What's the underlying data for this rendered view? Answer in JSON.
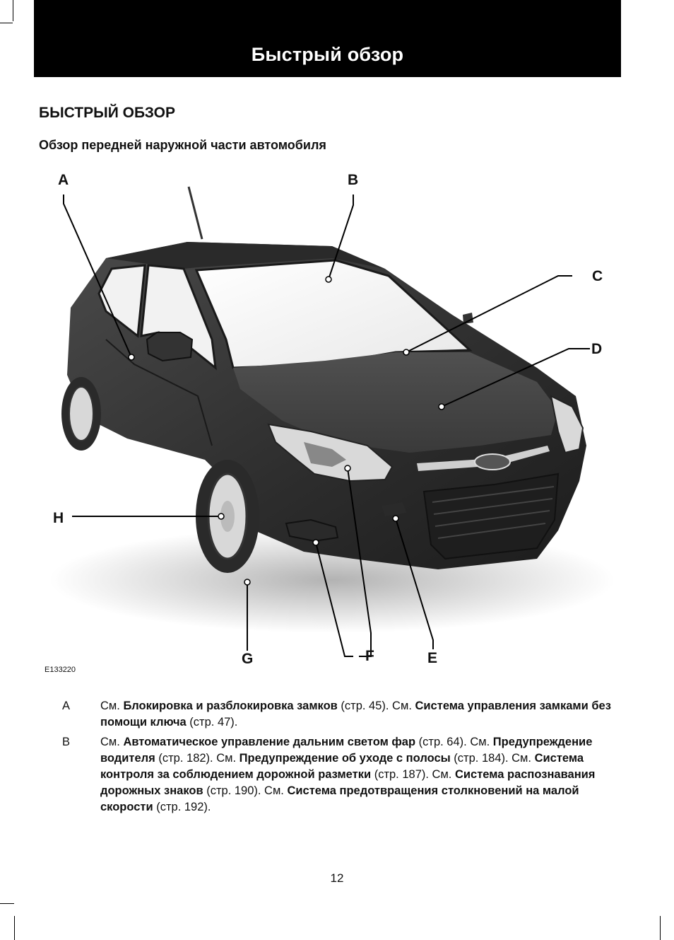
{
  "header": {
    "title": "Быстрый обзор"
  },
  "section_title": "БЫСТРЫЙ ОБЗОР",
  "subsection_title": "Обзор передней наружной части автомобиля",
  "figure": {
    "code": "E133220",
    "labels": {
      "A": "A",
      "B": "B",
      "C": "C",
      "D": "D",
      "E": "E",
      "F": "F",
      "G": "G",
      "H": "H"
    }
  },
  "descriptions": {
    "A": {
      "key": "A",
      "p1": "См. ",
      "b1": "Блокировка и разблокировка замков",
      "p2": " (стр. 45).  См. ",
      "b2": "Система управления замками без помощи ключа",
      "p3": " (стр. 47)."
    },
    "B": {
      "key": "B",
      "p1": "См. ",
      "b1": "Автоматическое управление дальним светом фар",
      "p2": " (стр. 64).  См. ",
      "b2": "Предупреждение водителя",
      "p3": " (стр. 182).  См. ",
      "b3": "Предупреждение об уходе с полосы",
      "p4": " (стр. 184).  См. ",
      "b4": "Система контроля за соблюдением дорожной разметки",
      "p5": " (стр. 187).  См. ",
      "b5": "Система распознавания дорожных знаков",
      "p6": " (стр. 190).  См. ",
      "b6": "Система предотвращения столкновений на малой скорости",
      "p7": " (стр. 192)."
    }
  },
  "page_number": "12"
}
